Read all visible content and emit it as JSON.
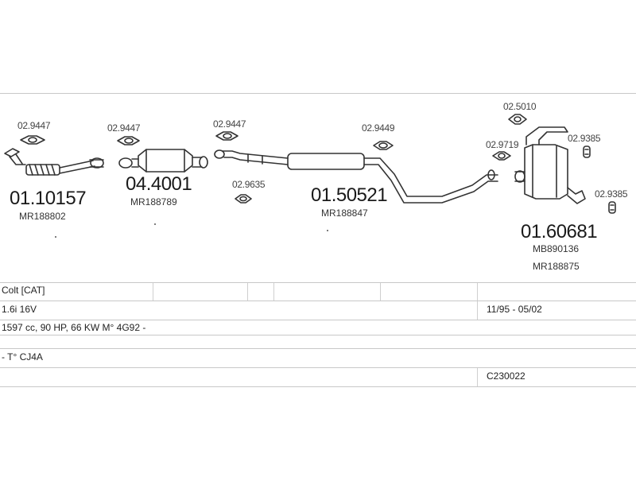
{
  "parts": {
    "gasket_1": "02.9447",
    "gasket_2": "02.9447",
    "gasket_3": "02.9447",
    "gasket_4": "02.9635",
    "gasket_5": "02.9449",
    "gasket_6": "02.5010",
    "gasket_7": "02.9719",
    "hanger_1": "02.9385",
    "hanger_2": "02.9385",
    "front_pipe": {
      "code": "01.10157",
      "oem": "MR188802"
    },
    "catalyst": {
      "code": "04.4001",
      "oem": "MR188789"
    },
    "middle_silencer": {
      "code": "01.50521",
      "oem": "MR188847"
    },
    "rear_silencer": {
      "code": "01.60681",
      "oem_1": "MB890136",
      "oem_2": "MR188875"
    }
  },
  "vehicle": {
    "model": "Colt  [CAT]",
    "engine": "1.6i 16V",
    "years": "11/95 - 05/02",
    "specs": "1597 cc, 90 HP, 66 KW M° 4G92 -",
    "type": "- T° CJ4A",
    "ref": "C230022"
  }
}
